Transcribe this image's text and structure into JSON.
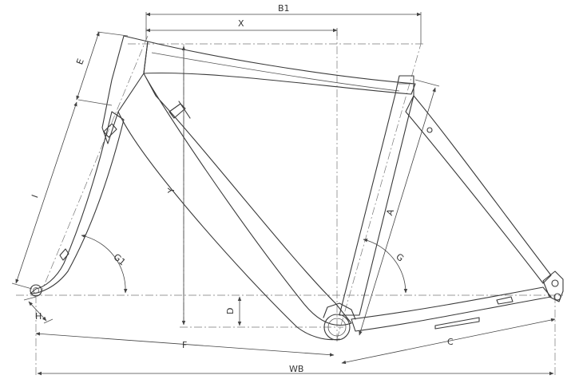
{
  "labels": {
    "B1": "B1",
    "X": "X",
    "E": "E",
    "I": "I",
    "Y": "Y",
    "A": "A",
    "G1": "G1",
    "G": "G",
    "D": "D",
    "H": "H",
    "F": "F",
    "C": "C",
    "WB": "WB"
  },
  "colors": {
    "line": "#3a3a3a",
    "background": "#ffffff"
  }
}
